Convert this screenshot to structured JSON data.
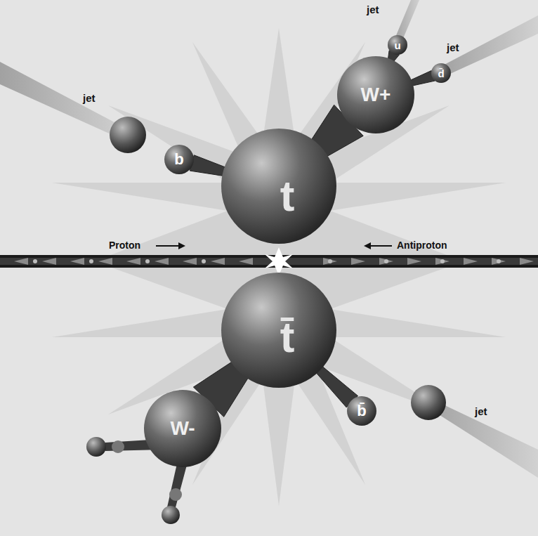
{
  "diagram": {
    "nodes": [
      {
        "text": [
          "t"
        ]
      },
      {
        "text": [
          "W+"
        ]
      },
      {
        "text": [
          "u"
        ]
      },
      {
        "text": [
          "d̄"
        ]
      },
      {
        "text": [
          "b"
        ]
      },
      {
        "text": [
          "t̄"
        ]
      },
      {
        "text": [
          "W-"
        ]
      },
      {
        "text": [
          "b̄"
        ]
      }
    ],
    "edges": [
      {
        "from": 0,
        "to": 1,
        "arrow": "none"
      },
      {
        "from": 1,
        "to": 2,
        "arrow": "none"
      },
      {
        "from": 1,
        "to": 3,
        "arrow": "none"
      },
      {
        "from": 0,
        "to": 4,
        "arrow": "none"
      },
      {
        "from": 5,
        "to": 6,
        "arrow": "none"
      },
      {
        "from": 5,
        "to": 7,
        "arrow": "none"
      }
    ],
    "labels": [
      "jet",
      "jet",
      "jet",
      "Proton",
      "Antiproton",
      "jet"
    ]
  }
}
